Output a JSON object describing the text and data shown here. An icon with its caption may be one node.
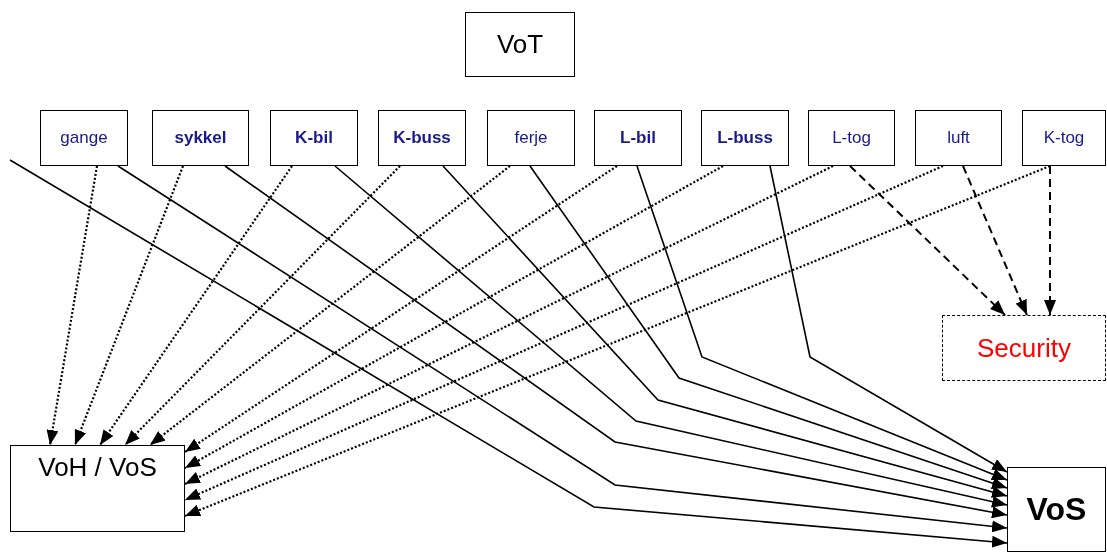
{
  "diagram": {
    "nodes": [
      {
        "text": [
          "VoT"
        ]
      },
      {
        "text": [
          "gange"
        ]
      },
      {
        "text": [
          "sykkel"
        ]
      },
      {
        "text": [
          "K-bil"
        ]
      },
      {
        "text": [
          "K-buss"
        ]
      },
      {
        "text": [
          "ferje"
        ]
      },
      {
        "text": [
          "L-bil"
        ]
      },
      {
        "text": [
          "L-buss"
        ]
      },
      {
        "text": [
          "L-tog"
        ]
      },
      {
        "text": [
          "luft"
        ]
      },
      {
        "text": [
          "K-tog"
        ]
      },
      {
        "text": [
          "Security"
        ]
      },
      {
        "text": [
          "VoH / VoS"
        ]
      },
      {
        "text": [
          "VoS"
        ]
      }
    ],
    "edges": [
      {
        "from": 1,
        "to": 12,
        "arrow": "to",
        "style": "dashed"
      },
      {
        "from": 2,
        "to": 12,
        "arrow": "to",
        "style": "dashed"
      },
      {
        "from": 3,
        "to": 12,
        "arrow": "to",
        "style": "dashed"
      },
      {
        "from": 4,
        "to": 12,
        "arrow": "to",
        "style": "dashed"
      },
      {
        "from": 5,
        "to": 12,
        "arrow": "to",
        "style": "dashed"
      },
      {
        "from": 6,
        "to": 12,
        "arrow": "to",
        "style": "dashed"
      },
      {
        "from": 7,
        "to": 12,
        "arrow": "to",
        "style": "dashed"
      },
      {
        "from": 8,
        "to": 12,
        "arrow": "to",
        "style": "dashed"
      },
      {
        "from": 9,
        "to": 12,
        "arrow": "to",
        "style": "dashed"
      },
      {
        "from": 10,
        "to": 12,
        "arrow": "to",
        "style": "dashed"
      },
      {
        "from": null,
        "to": 13,
        "arrow": "to"
      },
      {
        "from": 1,
        "to": 13,
        "arrow": "to"
      },
      {
        "from": 2,
        "to": 13,
        "arrow": "to"
      },
      {
        "from": 3,
        "to": 13,
        "arrow": "to"
      },
      {
        "from": 4,
        "to": 13,
        "arrow": "to"
      },
      {
        "from": 5,
        "to": 13,
        "arrow": "to"
      },
      {
        "from": 6,
        "to": 13,
        "arrow": "to"
      },
      {
        "from": 7,
        "to": 13,
        "arrow": "to"
      },
      {
        "from": 8,
        "to": 11,
        "arrow": "to",
        "style": "dashed"
      },
      {
        "from": 9,
        "to": 11,
        "arrow": "to",
        "style": "dashed"
      },
      {
        "from": 10,
        "to": 11,
        "arrow": "to",
        "style": "dashed"
      }
    ]
  }
}
